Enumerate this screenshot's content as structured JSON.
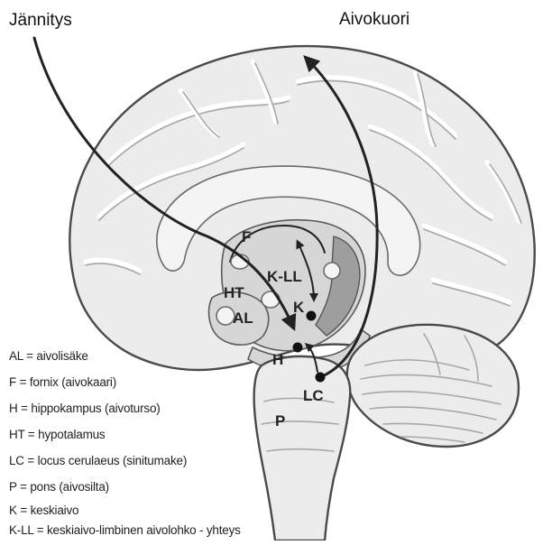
{
  "labels": {
    "stress": "Jännitys",
    "cortex": "Aivokuori",
    "F": "F",
    "KLL": "K-LL",
    "HT": "HT",
    "K": "K",
    "AL": "AL",
    "H": "H",
    "LC": "LC",
    "P": "P"
  },
  "legend": [
    "AL = aivolisäke",
    "F = fornix (aivokaari)",
    "H = hippokampus (aivoturso)",
    "HT = hypotalamus",
    "LC = locus cerulaeus (sinitumake)",
    "P = pons (aivosilta)",
    "K = keskiaivo",
    "K-LL = keskiaivo-limbinen aivolohko - yhteys"
  ],
  "colors": {
    "ink": "#222222",
    "brain_fill": "#ececec",
    "shade": "#9e9e9e"
  }
}
